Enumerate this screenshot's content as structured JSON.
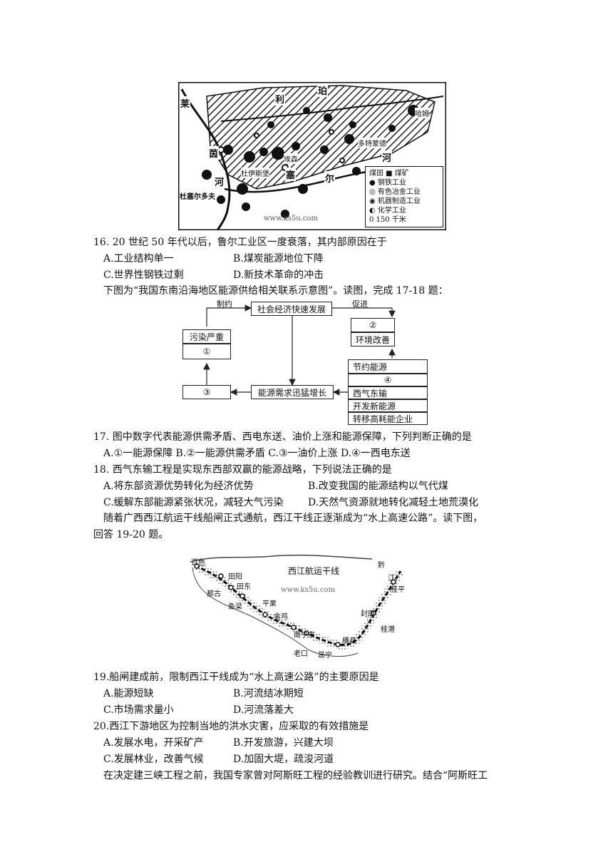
{
  "ruhr_map": {
    "labels": {
      "lai": "莱",
      "yin": "茵",
      "he_left": "河",
      "li": "利",
      "he_top": "珀",
      "sai": "塞",
      "er": "尔",
      "he_right": "河",
      "hamm": "哈姆",
      "dortmund": "多特蒙德",
      "essen": "埃森",
      "duisburg": "杜伊斯堡",
      "dusseldorf": "杜塞尔多夫"
    },
    "legend": {
      "coal": "煤田 ■ 煤矿",
      "steel": "● 钢铁工业",
      "nonferrous": "◎ 有色冶金工业",
      "machinery": "◉ 机器制造工业",
      "chemical": "◐ 化学工业",
      "scale": "0    150 千米"
    },
    "watermark": "www.ks5u.com"
  },
  "q16": {
    "stem": "16. 20 世纪 50 年代以后，鲁尔工业区一度衰落，其内部原因在于",
    "a": "A.工业结构单一",
    "b": "B.煤炭能源地位下降",
    "c": "C.世界性钢铁过剩",
    "d": "D.新技术革命的冲击"
  },
  "intro17": "下图为“我国东南沿海地区能源供给相关联系示意图”。读图，完成 17-18 题：",
  "energy_diagram": {
    "center_top": "社会经济快速发展",
    "constrain": "制约",
    "promote": "促进",
    "pollution": "污染严重",
    "c1": "①",
    "c2": "②",
    "env": "环境改善",
    "save": "节约能源",
    "c4": "④",
    "gas": "西气东输",
    "newenergy": "开发新能源",
    "transfer": "转移高耗能企业",
    "demand": "能源需求迅猛增长",
    "c3": "③"
  },
  "q17": {
    "stem": "17.   图中数字代表能源供需矛盾、西电东送、油价上涨和能源保障，下列判断正确的是",
    "options": "A.①一能源保障    B.②一能源供需矛盾    C.③一油价上涨    D.④一西电东送"
  },
  "q18": {
    "stem": "18.   西气东输工程是实现东西部双赢的能源战略，下列说法正确的是",
    "a": "A.将东部资源优势转化为经济优势",
    "b": "B.改变我国的能源结构以气代煤",
    "c": "C.缓解东部能源紧张状况，减轻大气污染",
    "d": "D.天然气资源就地转化减轻土地荒漠化"
  },
  "intro19_line1": "随着广西西江航运干线船闸正式通航，西江干线正逐渐成为“水上高速公路”。读下图，",
  "intro19_line2": "回答 19-20 题。",
  "xijiang_map": {
    "title": "西江航运干线",
    "watermark": "www.ks5u.com",
    "baise": "百色",
    "tianyang": "田阳",
    "tiandong": "田东",
    "napo": "那古",
    "yuliang": "鱼梁",
    "pingguo": "平果",
    "jinji": "金鸡",
    "nanning": "南宁市",
    "laokou": "老口",
    "yongning": "邕宁",
    "hengxian": "横县",
    "guiping": "桂平",
    "qian": "黔",
    "jiang": "江",
    "fengting": "封田",
    "guigang": "桂港"
  },
  "q19": {
    "stem": "19.船闸建成前，限制西江干线成为“水上高速公路”的主要原因是",
    "a": "A.能源短缺",
    "b": "B.河流结冰期短",
    "c": "C.市场需求量小",
    "d": "D.河流落差大"
  },
  "q20": {
    "stem": "20.西江下游地区为控制当地的洪水灾害，应采取的有效措施是",
    "a": "A.发展水电，开采矿产",
    "b": "B.开发旅游，兴建大坝",
    "c": "C.发展林业，改善气候",
    "d": "D.加固大堤，疏浚河道"
  },
  "last_line": "在决定建三峡工程之前，我国专家曾对阿斯旺工程的经验教训进行研究。结合“阿斯旺工"
}
